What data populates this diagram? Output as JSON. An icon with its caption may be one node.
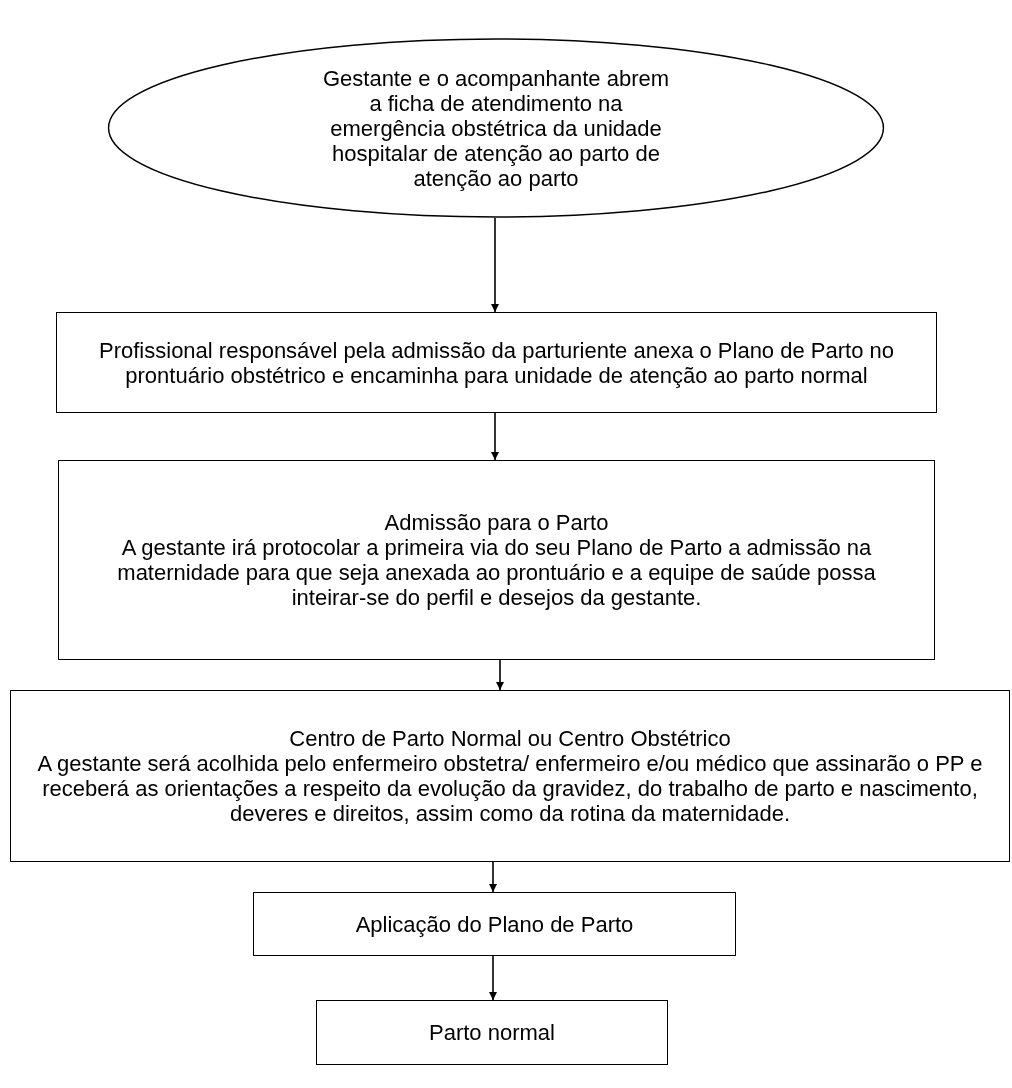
{
  "diagram": {
    "nodes": [
      {
        "text": [
          "Gestante e o acompanhante abrem a ficha de atendimento na emergência obstétrica da unidade hospitalar de atenção ao parto de atenção ao parto"
        ]
      },
      {
        "text": [
          "Profissional responsável pela admissão da parturiente anexa o Plano de Parto no prontuário obstétrico e encaminha para unidade de atenção ao parto normal"
        ]
      },
      {
        "text": [
          "Admissão para o Parto",
          "A gestante irá protocolar a primeira via do seu Plano de Parto a admissão na maternidade para que seja anexada ao prontuário e a equipe de saúde possa inteirar-se do perfil e desejos da gestante."
        ]
      },
      {
        "text": [
          "Centro de Parto Normal ou Centro Obstétrico",
          "A gestante será acolhida pelo enfermeiro obstetra/ enfermeiro e/ou médico que assinarão o PP e receberá as orientações a respeito da evolução da gravidez, do trabalho de parto e nascimento, deveres e direitos, assim como da rotina da maternidade."
        ]
      },
      {
        "text": [
          "Aplicação do Plano de Parto"
        ]
      },
      {
        "text": [
          "Parto normal"
        ]
      }
    ],
    "edges": [
      {
        "from": 0,
        "to": 1,
        "arrow": "to"
      },
      {
        "from": 1,
        "to": 2,
        "arrow": "to"
      },
      {
        "from": 2,
        "to": 3,
        "arrow": "to"
      },
      {
        "from": 3,
        "to": 4,
        "arrow": "to"
      },
      {
        "from": 4,
        "to": 5,
        "arrow": "to"
      }
    ]
  }
}
